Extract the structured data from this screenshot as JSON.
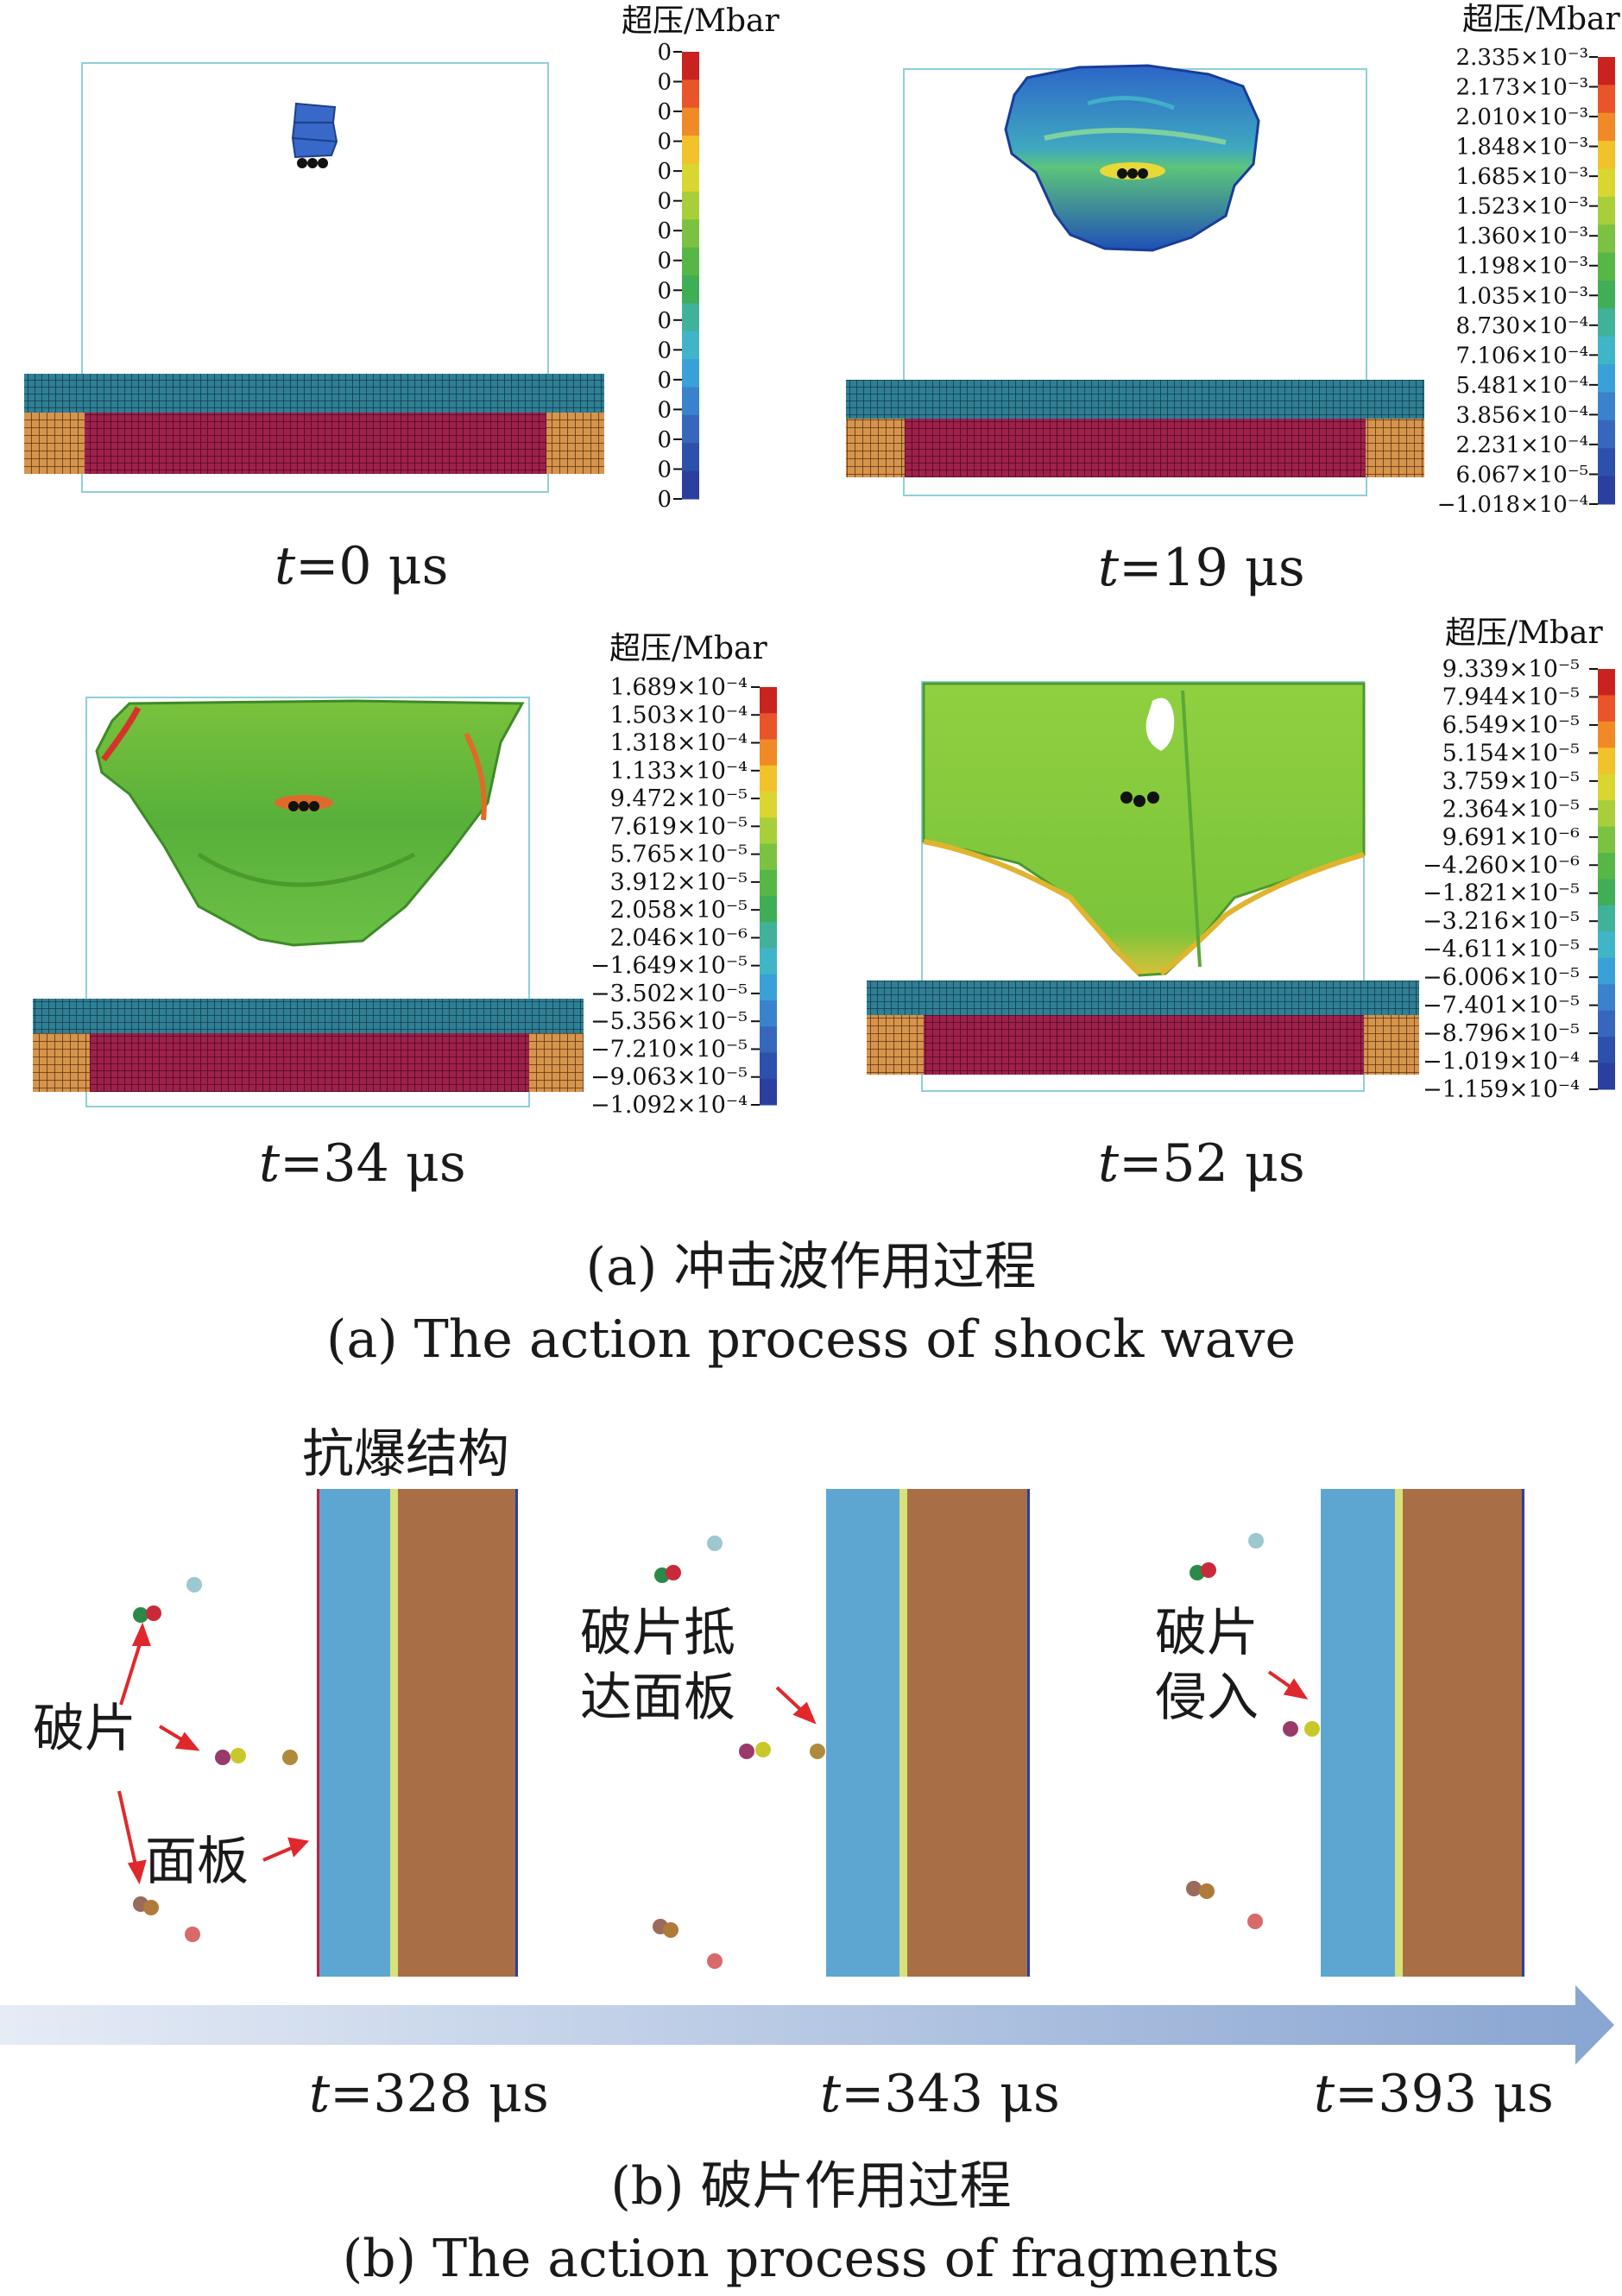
{
  "part_a": {
    "caption_cn": "(a) 冲击波作用过程",
    "caption_en": "(a) The action process of shock wave",
    "colorbar_title": "超压/Mbar",
    "panels": [
      {
        "time": "=0 μs",
        "ticks": [
          "0",
          "0",
          "0",
          "0",
          "0",
          "0",
          "0",
          "0",
          "0",
          "0",
          "0",
          "0",
          "0",
          "0",
          "0",
          "0"
        ]
      },
      {
        "time": "=19 μs",
        "ticks": [
          "2.335×10⁻³",
          "2.173×10⁻³",
          "2.010×10⁻³",
          "1.848×10⁻³",
          "1.685×10⁻³",
          "1.523×10⁻³",
          "1.360×10⁻³",
          "1.198×10⁻³",
          "1.035×10⁻³",
          "8.730×10⁻⁴",
          "7.106×10⁻⁴",
          "5.481×10⁻⁴",
          "3.856×10⁻⁴",
          "2.231×10⁻⁴",
          "6.067×10⁻⁵",
          "−1.018×10⁻⁴"
        ]
      },
      {
        "time": "=34 μs",
        "ticks": [
          "1.689×10⁻⁴",
          "1.503×10⁻⁴",
          "1.318×10⁻⁴",
          "1.133×10⁻⁴",
          "9.472×10⁻⁵",
          "7.619×10⁻⁵",
          "5.765×10⁻⁵",
          "3.912×10⁻⁵",
          "2.058×10⁻⁵",
          "2.046×10⁻⁶",
          "−1.649×10⁻⁵",
          "−3.502×10⁻⁵",
          "−5.356×10⁻⁵",
          "−7.210×10⁻⁵",
          "−9.063×10⁻⁵",
          "−1.092×10⁻⁴"
        ]
      },
      {
        "time": "=52 μs",
        "ticks": [
          "9.339×10⁻⁵",
          "7.944×10⁻⁵",
          "6.549×10⁻⁵",
          "5.154×10⁻⁵",
          "3.759×10⁻⁵",
          "2.364×10⁻⁵",
          "9.691×10⁻⁶",
          "−4.260×10⁻⁶",
          "−1.821×10⁻⁵",
          "−3.216×10⁻⁵",
          "−4.611×10⁻⁵",
          "−6.006×10⁻⁵",
          "−7.401×10⁻⁵",
          "−8.796×10⁻⁵",
          "−1.019×10⁻⁴",
          "−1.159×10⁻⁴"
        ]
      }
    ],
    "colorbar_colors": [
      "#c8231e",
      "#e8552a",
      "#f08a26",
      "#f2c22a",
      "#d9d632",
      "#a8cf3a",
      "#7cc242",
      "#57b746",
      "#3fae57",
      "#41b29a",
      "#41b5c8",
      "#3aa0d8",
      "#3a82cc",
      "#3767bc",
      "#2d50ad",
      "#2a3f9e"
    ]
  },
  "part_b": {
    "caption_cn": "(b) 破片作用过程",
    "caption_en": "(b) The action process of fragments",
    "structure_label": "抗爆结构",
    "labels": {
      "fragment": "破片",
      "panel": "面板",
      "reach": "破片抵\n达面板",
      "penetrate": "破片\n侵入"
    },
    "times": [
      "=328 μs",
      "=343 μs",
      "=393 μs"
    ]
  },
  "time_prefix": "t"
}
